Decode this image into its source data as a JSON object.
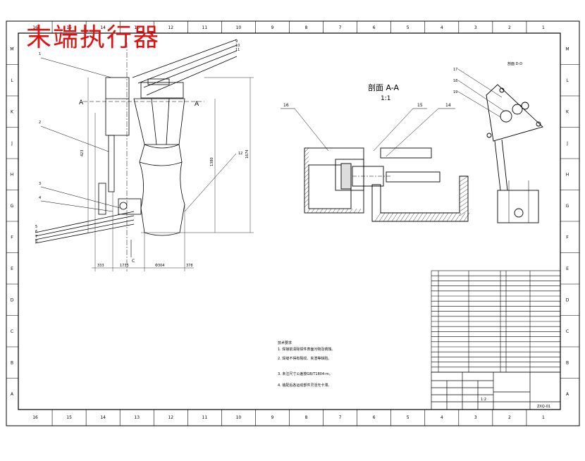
{
  "title": "末端执行器",
  "border": {
    "cols_top": [
      "16",
      "15",
      "14",
      "13",
      "12",
      "11",
      "10",
      "9",
      "8",
      "7",
      "6",
      "5",
      "4",
      "3",
      "2",
      "1"
    ],
    "cols_bottom": [
      "16",
      "15",
      "14",
      "13",
      "12",
      "11",
      "10",
      "9",
      "8",
      "7",
      "6",
      "5",
      "4",
      "3",
      "2",
      "1"
    ],
    "rows": [
      "M",
      "L",
      "K",
      "J",
      "H",
      "G",
      "F",
      "E",
      "D",
      "C",
      "B",
      "A"
    ]
  },
  "section": {
    "title": "剖面 A-A",
    "scale": "1:1",
    "labels": [
      "16",
      "15",
      "14"
    ]
  },
  "section_d": {
    "title": "剖面 D-D",
    "labels": [
      "17",
      "18",
      "19"
    ]
  },
  "left_view": {
    "cut_mark": "A",
    "cut_mark_right": "A",
    "c_mark": "C",
    "part_labels": [
      "1",
      "2",
      "3",
      "4",
      "5",
      "6",
      "7",
      "8",
      "9",
      "10",
      "11",
      "12"
    ],
    "dims": [
      "423",
      "1380",
      "1674",
      "333",
      "1733",
      "Φ304",
      "378"
    ]
  },
  "notes": {
    "heading": "技术要求",
    "lines": [
      "1. 焊接前清除焊件表面污物及锈蚀。",
      "2. 焊缝不得有裂纹、夹渣等缺陷。",
      "3. 未注尺寸公差按GB/T1804-m。",
      "4. 装配后各运动部件灵活无卡滞。"
    ]
  },
  "title_block": {
    "scale": "1:2",
    "drawing_no": "ZXQ-01"
  }
}
